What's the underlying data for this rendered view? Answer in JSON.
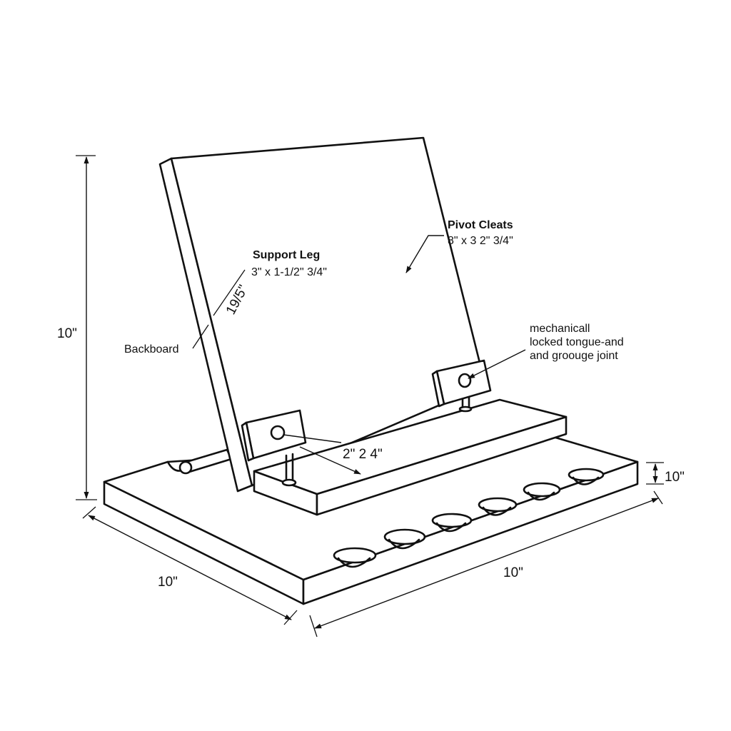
{
  "dimensions": {
    "overall_height": "10\"",
    "base_depth": "10\"",
    "base_width": "10\"",
    "base_thickness": "10\"",
    "leg_length": "2\" 2 4\"",
    "backboard_angle": "19/5\""
  },
  "labels": {
    "support_leg": {
      "title": "Support Leg",
      "spec": "3\" x 1-1/2\" 3/4\""
    },
    "pivot_cleats": {
      "title": "Pivot Cleats",
      "spec": "8\" x 3 2\" 3/4\""
    },
    "backboard": "Backboard",
    "joint": {
      "line1": "mechanicall",
      "line2": "locked tongue-and",
      "line3": "and groouge joint"
    }
  },
  "colors": {
    "ink": "#111111",
    "paper": "#ffffff"
  }
}
